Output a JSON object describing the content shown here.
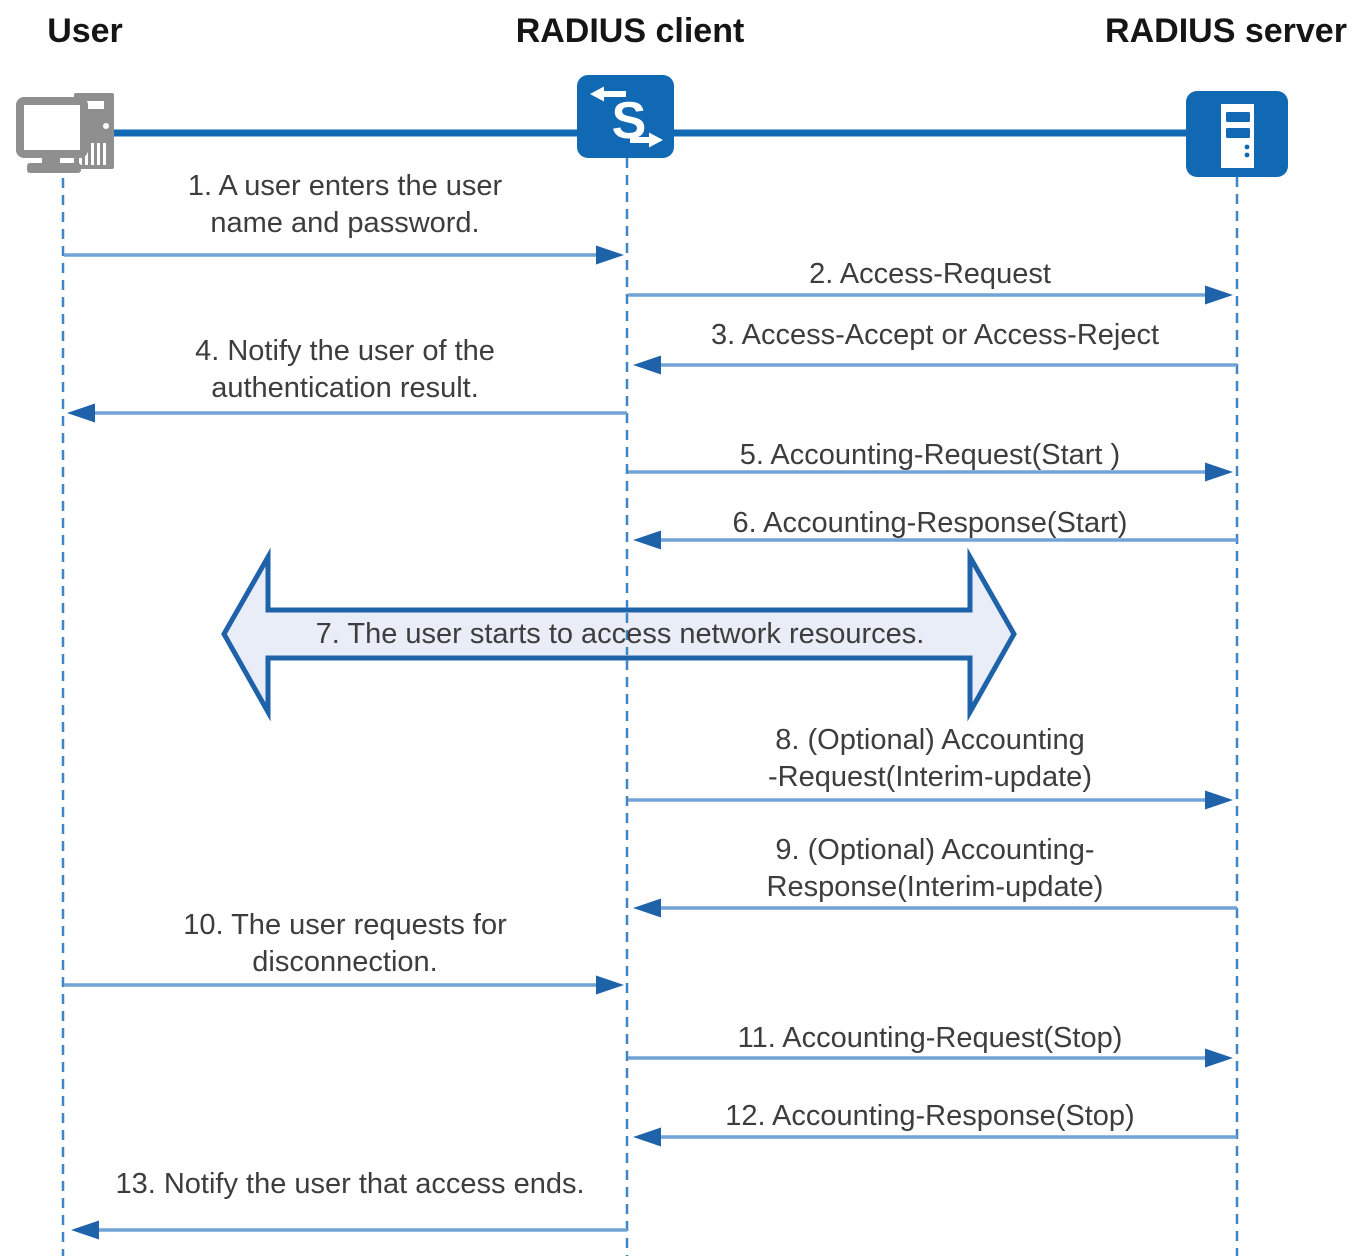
{
  "diagram": {
    "title_hint": "RADIUS authentication, authorization and accounting message exchange",
    "actors": [
      {
        "label": "User",
        "icon": "computer-icon"
      },
      {
        "label": "RADIUS client",
        "icon": "switch-icon"
      },
      {
        "label": "RADIUS server",
        "icon": "server-icon"
      }
    ],
    "messages": [
      {
        "num": "1",
        "from": "User",
        "to": "RADIUS client",
        "lines": [
          "1. A user enters the user",
          "name and password."
        ]
      },
      {
        "num": "2",
        "from": "RADIUS client",
        "to": "RADIUS server",
        "lines": [
          "2. Access-Request"
        ]
      },
      {
        "num": "3",
        "from": "RADIUS server",
        "to": "RADIUS client",
        "lines": [
          "3. Access-Accept or Access-Reject"
        ]
      },
      {
        "num": "4",
        "from": "RADIUS client",
        "to": "User",
        "lines": [
          "4. Notify the user of the",
          "authentication result."
        ]
      },
      {
        "num": "5",
        "from": "RADIUS client",
        "to": "RADIUS server",
        "lines": [
          "5. Accounting-Request(Start )"
        ]
      },
      {
        "num": "6",
        "from": "RADIUS server",
        "to": "RADIUS client",
        "lines": [
          "6. Accounting-Response(Start)"
        ]
      },
      {
        "num": "7",
        "type": "banner",
        "lines": [
          "7. The user starts to access network resources."
        ]
      },
      {
        "num": "8",
        "from": "RADIUS client",
        "to": "RADIUS server",
        "lines": [
          "8. (Optional) Accounting",
          "-Request(Interim-update)"
        ]
      },
      {
        "num": "9",
        "from": "RADIUS server",
        "to": "RADIUS client",
        "lines": [
          "9. (Optional) Accounting-",
          "Response(Interim-update)"
        ]
      },
      {
        "num": "10",
        "from": "User",
        "to": "RADIUS client",
        "lines": [
          "10. The user requests for",
          "disconnection."
        ]
      },
      {
        "num": "11",
        "from": "RADIUS client",
        "to": "RADIUS server",
        "lines": [
          "11. Accounting-Request(Stop)"
        ]
      },
      {
        "num": "12",
        "from": "RADIUS server",
        "to": "RADIUS client",
        "lines": [
          "12. Accounting-Response(Stop)"
        ]
      },
      {
        "num": "13",
        "from": "RADIUS client",
        "to": "User",
        "lines": [
          "13. Notify the user that access ends."
        ]
      }
    ],
    "colors": {
      "icon_blue": "#1169b4",
      "message_line_blue": "#71a3d6",
      "arrowhead_blue": "#1e62a9",
      "lifeline_blue": "#3f86c6",
      "banner_fill": "#e9edf7",
      "banner_border": "#1e62a9",
      "computer_gray": "#8f8f8f",
      "text_gray": "#3d3d3d"
    }
  }
}
